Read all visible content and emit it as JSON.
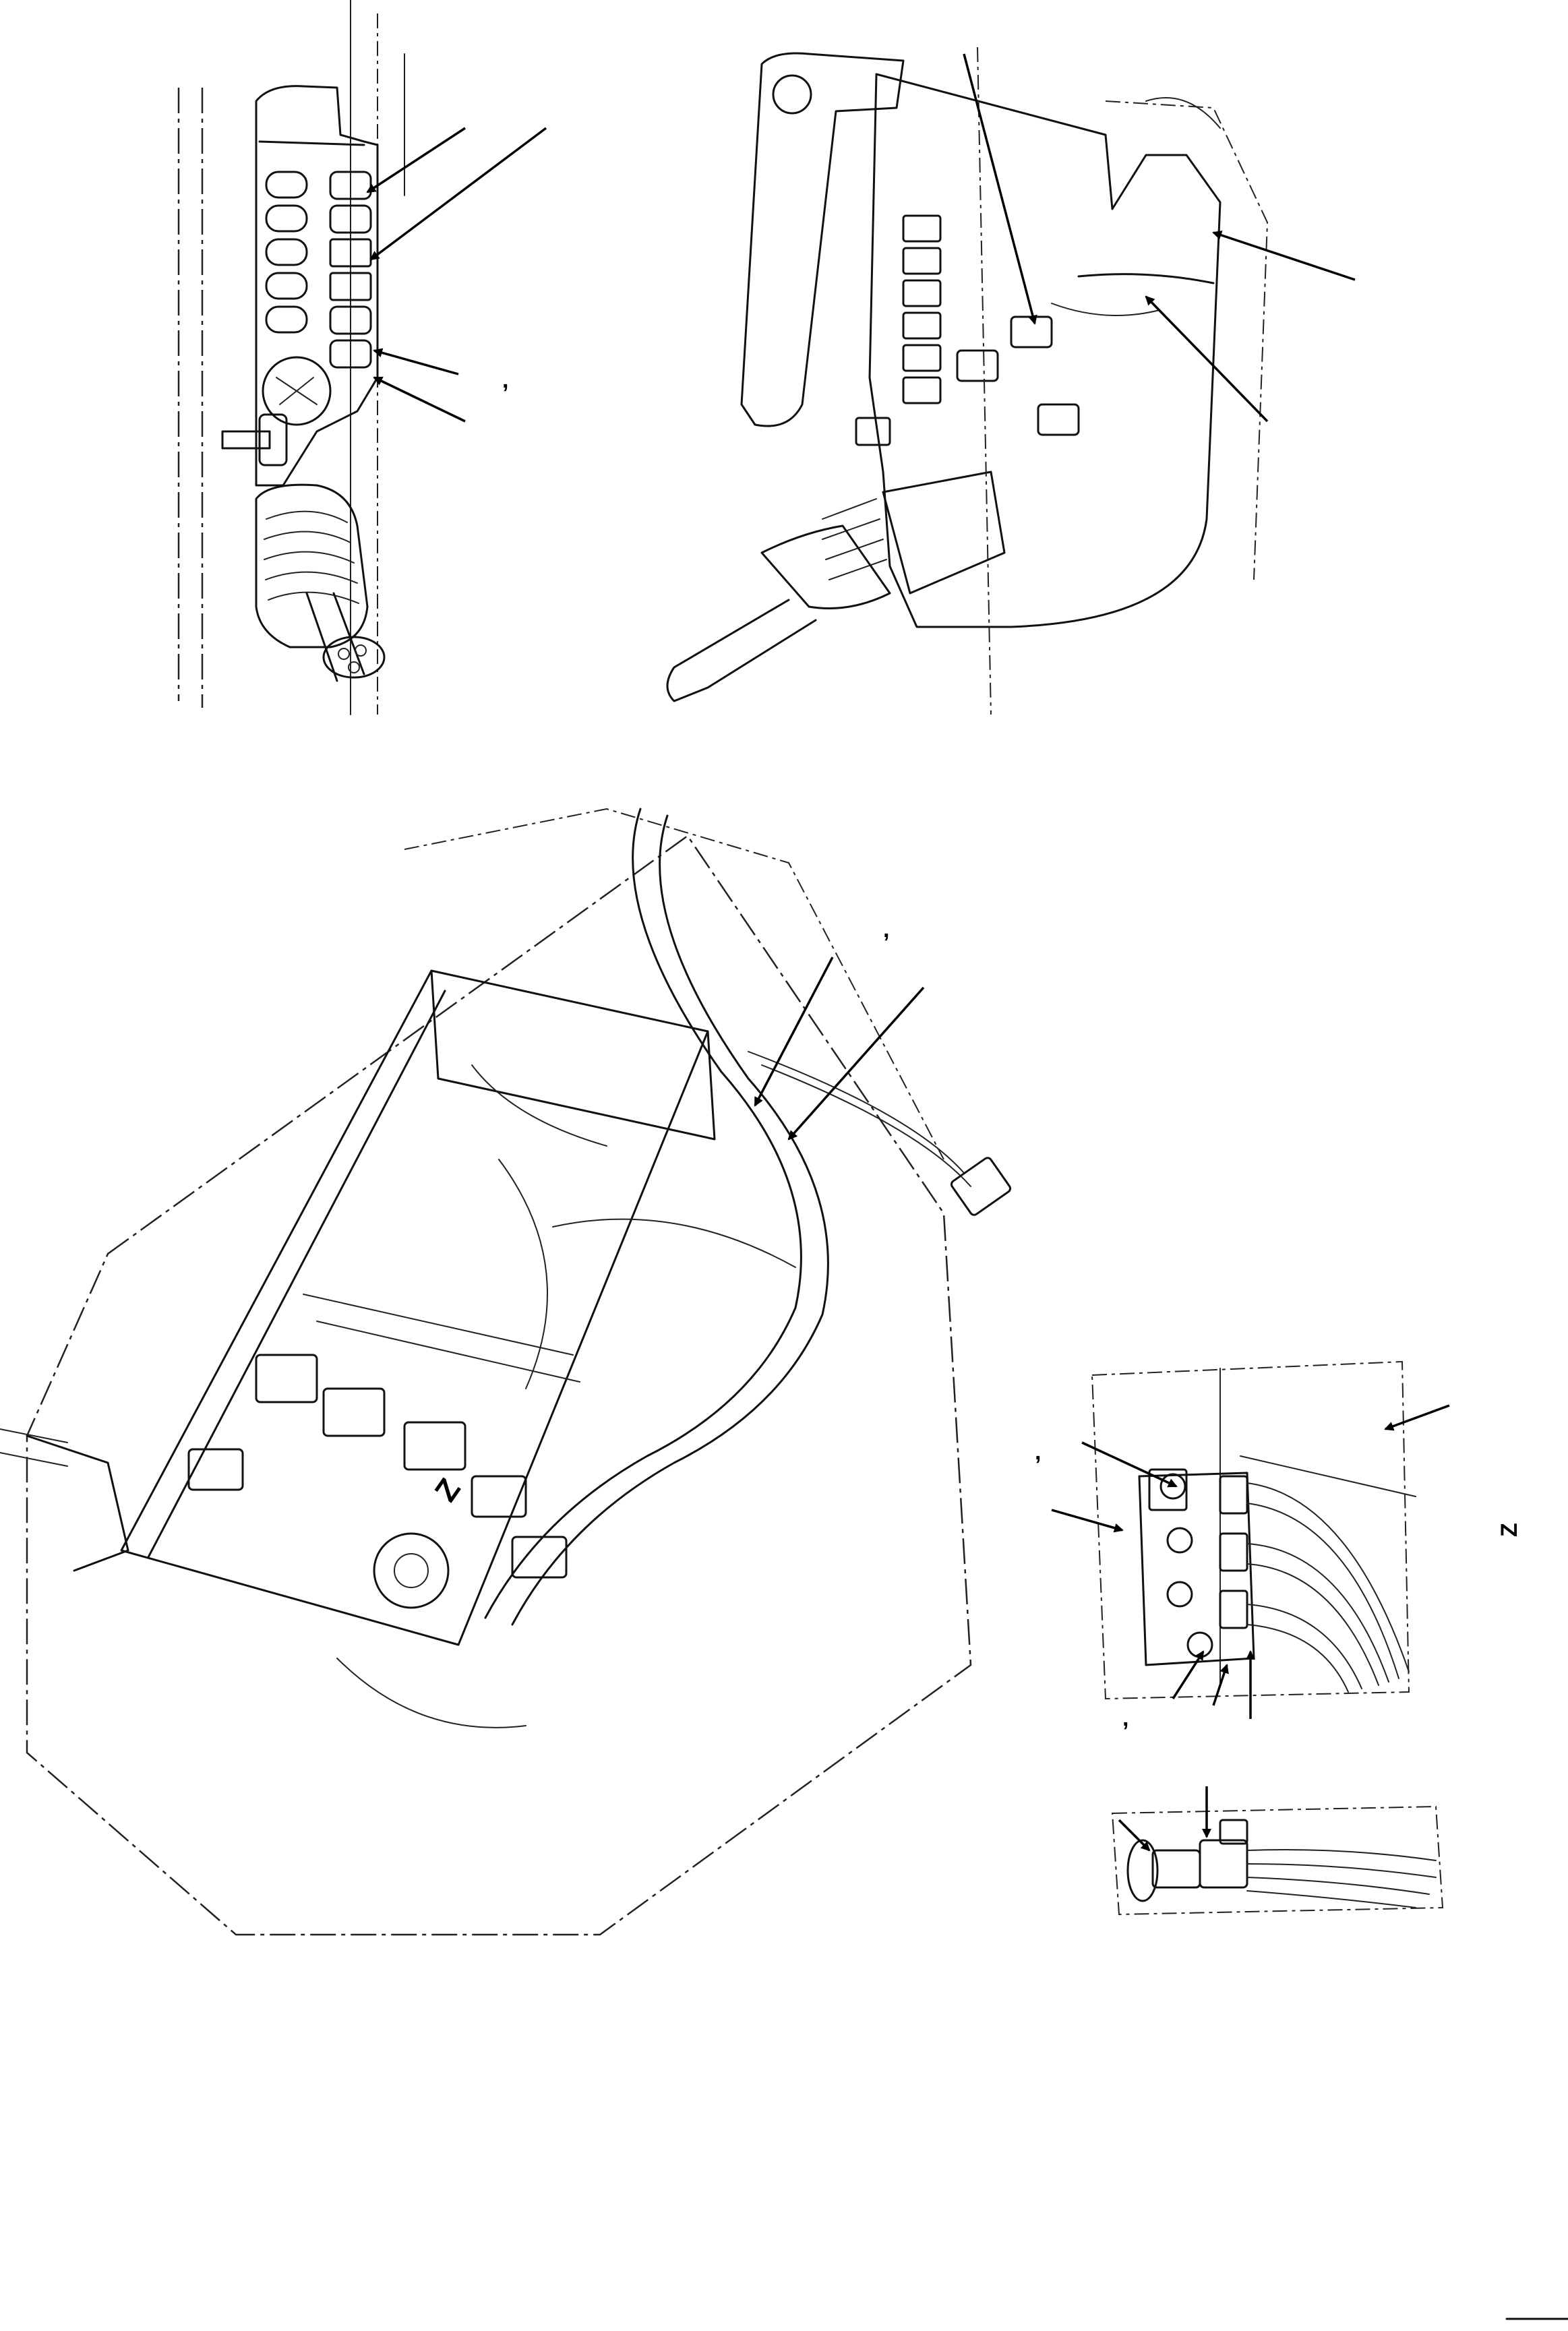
{
  "figure": {
    "views": [
      {
        "id": "armrest-controls"
      },
      {
        "id": "armrest-side"
      },
      {
        "id": "console-harness"
      },
      {
        "id": "connector-detail-front"
      },
      {
        "id": "connector-detail-side"
      }
    ],
    "printed_marks": {
      "comma_a": ",",
      "comma_b": ",",
      "comma_c": ",",
      "comma_d": ",",
      "z_main": "Z",
      "z_detail": "Z"
    }
  }
}
